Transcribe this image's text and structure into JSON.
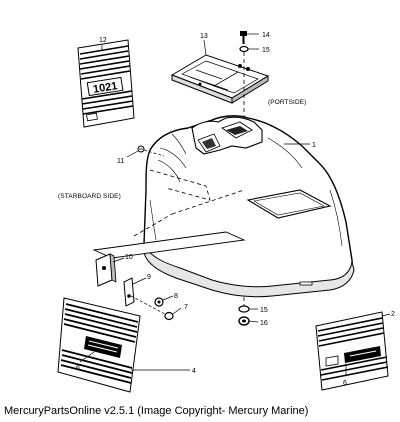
{
  "diagram": {
    "callouts": {
      "c1": "1",
      "c2": "2",
      "c4": "4",
      "c6a": "6",
      "c6b": "6",
      "c7": "7",
      "c8": "8",
      "c9": "9",
      "c10": "10",
      "c11": "11",
      "c12": "12",
      "c13": "13",
      "c14": "14",
      "c15a": "15",
      "c15b": "15",
      "c16": "16"
    },
    "side_labels": {
      "portside": "(PORTSIDE)",
      "starboard": "(STARBOARD SIDE)"
    },
    "decal_text": {
      "model_number": "1021"
    }
  },
  "caption": "MercuryPartsOnline v2.5.1 (Image Copyright- Mercury Marine)"
}
